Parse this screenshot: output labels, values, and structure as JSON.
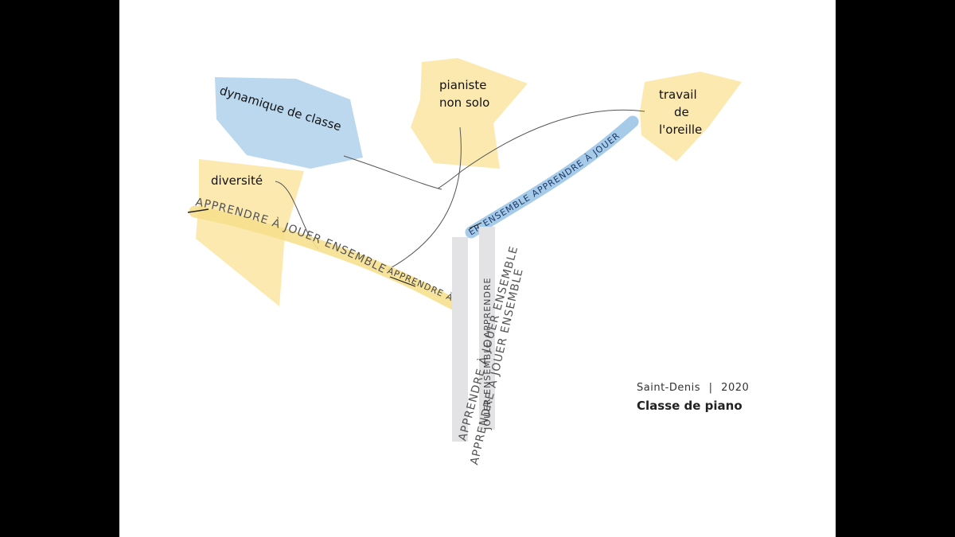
{
  "nodes": {
    "dynamique": "dynamique de classe",
    "pianiste_line1": "pianiste",
    "pianiste_line2": "non solo",
    "travail_line1": "travail",
    "travail_line2": "de",
    "travail_line3": "l'oreille",
    "diversite": "diversité"
  },
  "bands": {
    "yellow_main": "APPRENDRE À JOUER ENSEMBLE",
    "yellow_tail": "APPRENDRE À",
    "blue": "ER ENSEMBLE APPRENDRE À JOUER",
    "vertical_1": "APPRENDRE À JOUER ENSEMBLE",
    "vertical_2": "APPRENDRE À JOUER ENSEMBLE",
    "vertical_3": "JOUER ENSEMBLE APPRENDRE"
  },
  "footer": {
    "place": "Saint-Denis",
    "separator": "|",
    "year": "2020",
    "title": "Classe de piano"
  },
  "colors": {
    "yellow": "#fbe9b0",
    "blue": "#bcd8ef",
    "grey": "#e3e3e6",
    "background": "#000000"
  }
}
